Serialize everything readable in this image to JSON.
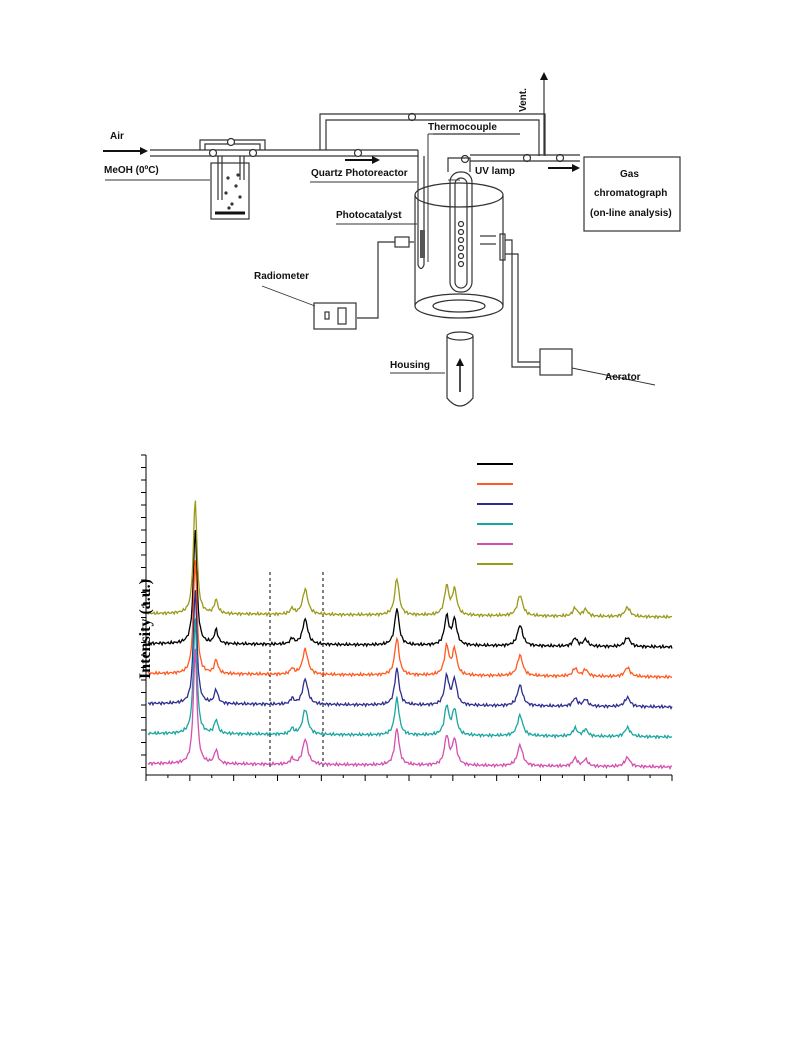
{
  "diagram": {
    "labels": {
      "air": "Air",
      "meoh": "MeOH (0ºC)",
      "thermocouple": "Thermocouple",
      "vent": "Vent.",
      "quartz_photoreactor": "Quartz Photoreactor",
      "uv_lamp": "UV lamp",
      "gas_chromatograph_line1": "Gas",
      "gas_chromatograph_line2": "chromatograph",
      "gas_chromatograph_line3": "(on-line analysis)",
      "photocatalyst": "Photocatalyst",
      "radiometer": "Radiometer",
      "housing": "Housing",
      "aerator": "Aerator"
    }
  },
  "chart_data": {
    "type": "line",
    "ylabel": "Intensity (a.u.)",
    "xlabel": "",
    "x_ticks_count": 24,
    "legend_position": "top-right",
    "legend_entries": 6,
    "dashed_reference_lines": 2,
    "series": [
      {
        "color": "#000000",
        "offset": 4
      },
      {
        "color": "#ff5a1f",
        "offset": 3
      },
      {
        "color": "#2e2e8f",
        "offset": 2
      },
      {
        "color": "#1aa6a0",
        "offset": 1
      },
      {
        "color": "#d44fb0",
        "offset": 0
      },
      {
        "color": "#9a9a1a",
        "offset": 5
      }
    ],
    "peaks": [
      {
        "pos": 0.09,
        "h": 1.0,
        "w": 0.004
      },
      {
        "pos": 0.13,
        "h": 0.12,
        "w": 0.004
      },
      {
        "pos": 0.275,
        "h": 0.05,
        "w": 0.004
      },
      {
        "pos": 0.3,
        "h": 0.22,
        "w": 0.006
      },
      {
        "pos": 0.475,
        "h": 0.32,
        "w": 0.005
      },
      {
        "pos": 0.57,
        "h": 0.25,
        "w": 0.005
      },
      {
        "pos": 0.585,
        "h": 0.22,
        "w": 0.005
      },
      {
        "pos": 0.71,
        "h": 0.18,
        "w": 0.006
      },
      {
        "pos": 0.815,
        "h": 0.07,
        "w": 0.005
      },
      {
        "pos": 0.835,
        "h": 0.06,
        "w": 0.005
      },
      {
        "pos": 0.915,
        "h": 0.08,
        "w": 0.006
      }
    ]
  }
}
